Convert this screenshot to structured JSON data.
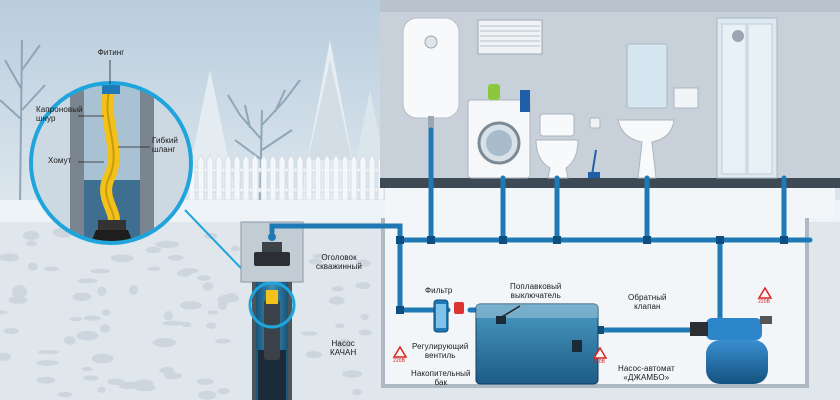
{
  "labels": {
    "fitting": "Фитинг",
    "nylon_cord_1": "Капроновый",
    "nylon_cord_2": "шнур",
    "clamp": "Хомут",
    "flex_hose_1": "Гибкий",
    "flex_hose_2": "шланг",
    "well_head_1": "Оголовок",
    "well_head_2": "скважинный",
    "pump_1": "Насос",
    "pump_2": "КАЧАН",
    "filter": "Фильтр",
    "float_switch_1": "Поплавковый",
    "float_switch_2": "выключатель",
    "check_valve_1": "Обратный",
    "check_valve_2": "клапан",
    "reg_valve_1": "Регулирующий",
    "reg_valve_2": "вентиль",
    "tank_1": "Накопительный",
    "tank_2": "бак",
    "pump_station_1": "Насос-автомат",
    "pump_station_2": "«ДЖАМБО»",
    "warn_1": "220В",
    "warn_2": "220В",
    "warn_3": "220В"
  },
  "colors": {
    "sky": "#c9d7e3",
    "snow": "#f2f6f9",
    "wall": "#c6cfd8",
    "pipe": "#1f79b5",
    "callout_ring": "#1fa4dc",
    "hose": "#f2c21a",
    "tank_water": "#2e7aa6",
    "label_text": "#1a1a1a"
  },
  "icons": [
    "water-heater-icon",
    "washing-machine-icon",
    "toilet-icon",
    "sink-icon",
    "shower-icon",
    "warning-triangle-icon",
    "pump-icon",
    "filter-icon",
    "tank-icon"
  ]
}
